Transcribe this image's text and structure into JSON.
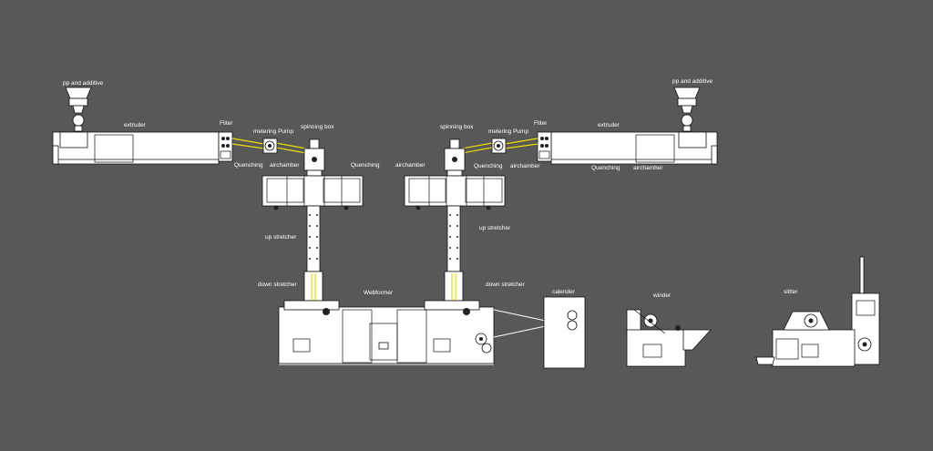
{
  "diagram": {
    "labels": {
      "pp_additive_left": "pp and additive",
      "pp_additive_right": "pp and additive",
      "extruder_left": "extruder",
      "extruder_right": "extruder",
      "filter_left": "Fliter",
      "filter_right": "Fliter",
      "metering_pump_left": "metering Pump",
      "metering_pump_right": "metering Pump",
      "spinning_box_left": "spinning box",
      "spinning_box_right": "spinning box",
      "quenching_1": "Quenching",
      "airchamber_1": "airchamber",
      "quenching_2": "Quenching",
      "airchamber_2": "airchamber",
      "quenching_3": "Quenching",
      "airchamber_3": "airchamber",
      "quenching_4": "Quenching",
      "airchamber_4": "airchamber",
      "up_stretcher_left": "up stretcher",
      "up_stretcher_right": "up stretcher",
      "down_stretcher_left": "down stretcher",
      "down_stretcher_right": "down stretcher",
      "webformer": "Webformer",
      "calender": "calender",
      "winder": "winder",
      "slitter": "slitter"
    },
    "colors": {
      "background": "#585858",
      "machine_fill": "#ffffff",
      "machine_line": "#111111",
      "polymer_flow": "#e8e000",
      "label_text": "#ffffff"
    }
  }
}
